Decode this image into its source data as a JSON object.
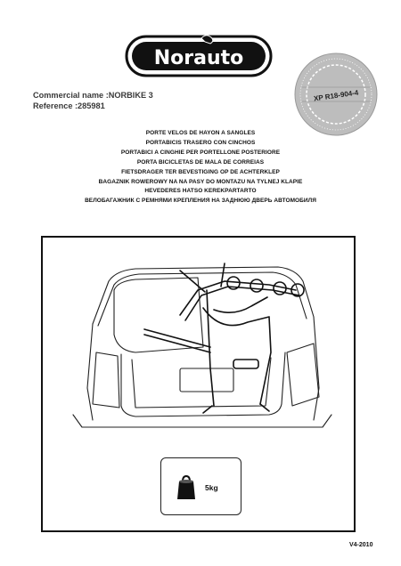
{
  "brand": {
    "logo_text": "Norauto"
  },
  "product": {
    "commercial_name": "Commercial name :NORBIKE 3",
    "reference": "Reference :285981"
  },
  "seal": {
    "code": "XP R18-904-4"
  },
  "titles": [
    "PORTE VELOS DE HAYON A SANGLES",
    "PORTABICIS TRASERO CON CINCHOS",
    "PORTABICI A CINGHIE PER PORTELLONE  POSTERIORE",
    "PORTA BICICLETAS DE MALA DE CORREIAS",
    "FIETSDRAGER TER BEVESTIGING OP DE ACHTERKLEP",
    "BAGAZNIK ROWEROWY NA NA PASY DO MONTAZU NA TYLNEJ KLAPIE",
    "HEVEDERES HATSO KEREKPARTARTO",
    "ВЕЛОБАГАЖНИК С РЕМНЯМИ КРЕПЛЕНИЯ НА ЗАДНЮЮ ДВЕРЬ АВТОМОБИЛЯ"
  ],
  "weight": {
    "label": "5kg"
  },
  "version": "V4-2010"
}
